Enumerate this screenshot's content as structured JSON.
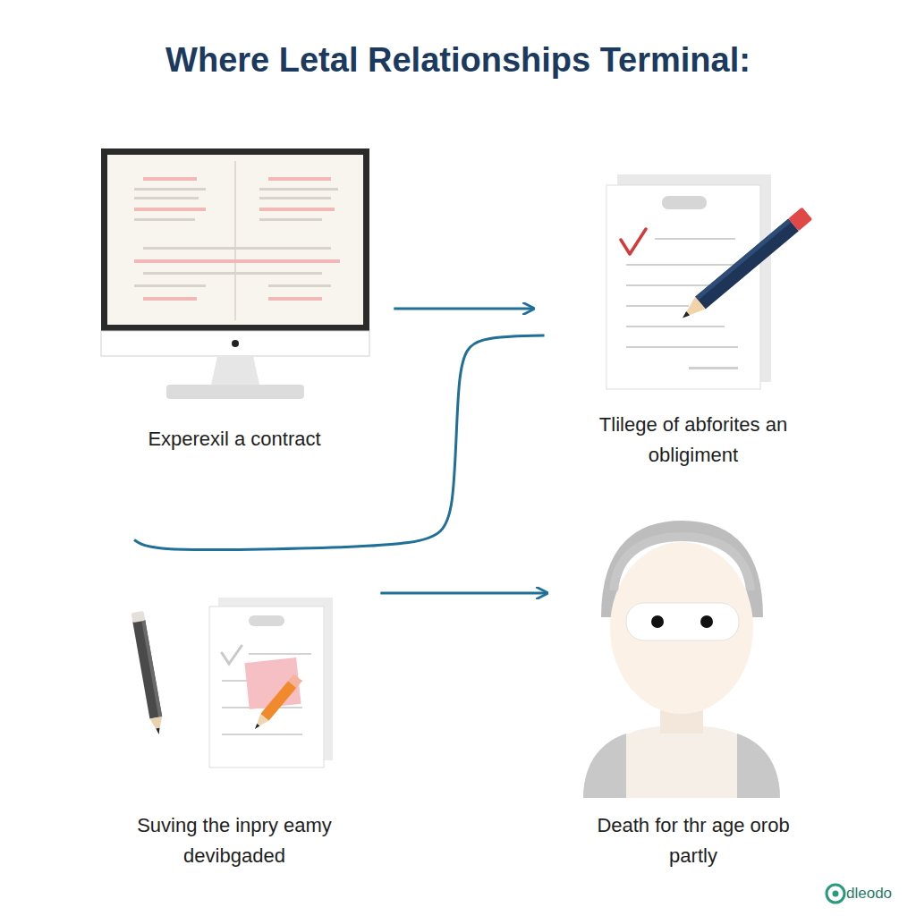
{
  "diagram": {
    "title": "Where Letal Relationships Terminal:",
    "nodes": [
      {
        "text": [
          "Experexil a contract"
        ]
      },
      {
        "text": [
          "Tlilege of abforites an obligiment"
        ]
      },
      {
        "text": [
          "Suving the inpry eamy devibgaded"
        ]
      },
      {
        "text": [
          "Death for thr age orob partly"
        ]
      }
    ],
    "edges": [
      {
        "from": 0,
        "to": 1,
        "arrow": "to"
      },
      {
        "from": 2,
        "to": 1,
        "arrow": "none"
      },
      {
        "from": 2,
        "to": 3,
        "arrow": "to"
      }
    ],
    "labels": [
      "dleodo"
    ]
  }
}
